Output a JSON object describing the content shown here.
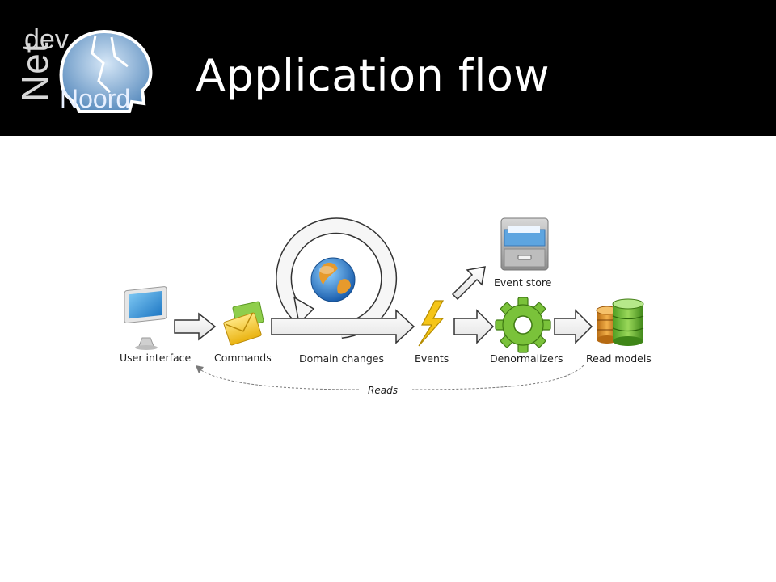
{
  "slide": {
    "title": "Application flow"
  },
  "logo": {
    "dev": "dev",
    "net": "Net",
    "noord": "Noord"
  },
  "diagram": {
    "nodes": {
      "user_interface": "User interface",
      "commands": "Commands",
      "domain_changes": "Domain changes",
      "events": "Events",
      "event_store": "Event store",
      "denormalizers": "Denormalizers",
      "read_models": "Read models"
    },
    "reads_label": "Reads"
  },
  "colors": {
    "header_bg": "#000000",
    "title_text": "#ffffff",
    "arrow_fill": "#f4f4f4",
    "arrow_stroke": "#333333",
    "gear_green": "#7ac23a",
    "envelope_yellow": "#f2c21a",
    "bolt_yellow": "#f5c518",
    "globe_blue": "#2b78c8"
  }
}
